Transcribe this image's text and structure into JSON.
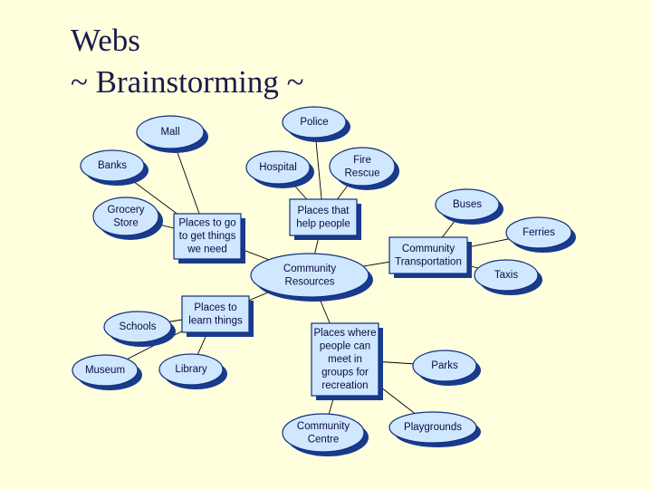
{
  "slide": {
    "title_line1": "Webs",
    "title_line2": "~ Brainstorming ~"
  },
  "colors": {
    "background": "#ffffdd",
    "node_fill": "#cfe7ff",
    "node_stroke": "#0e2f82",
    "shadow": "#1a3a8c",
    "line": "#000000",
    "text": "#0b0b40"
  },
  "nodes": [
    {
      "id": "community-resources",
      "shape": "ellipse",
      "lines": [
        "Community",
        "Resources"
      ]
    },
    {
      "id": "places-needs",
      "shape": "rect",
      "lines": [
        "Places to go",
        "to get things",
        "we need"
      ]
    },
    {
      "id": "mall",
      "shape": "ellipse",
      "lines": [
        "Mall"
      ]
    },
    {
      "id": "banks",
      "shape": "ellipse",
      "lines": [
        "Banks"
      ]
    },
    {
      "id": "grocery-store",
      "shape": "ellipse",
      "lines": [
        "Grocery",
        "Store"
      ]
    },
    {
      "id": "places-help",
      "shape": "rect",
      "lines": [
        "Places that",
        "help people"
      ]
    },
    {
      "id": "police",
      "shape": "ellipse",
      "lines": [
        "Police"
      ]
    },
    {
      "id": "hospital",
      "shape": "ellipse",
      "lines": [
        "Hospital"
      ]
    },
    {
      "id": "fire-rescue",
      "shape": "ellipse",
      "lines": [
        "Fire",
        "Rescue"
      ]
    },
    {
      "id": "community-transportation",
      "shape": "rect",
      "lines": [
        "Community",
        "Transportation"
      ]
    },
    {
      "id": "buses",
      "shape": "ellipse",
      "lines": [
        "Buses"
      ]
    },
    {
      "id": "ferries",
      "shape": "ellipse",
      "lines": [
        "Ferries"
      ]
    },
    {
      "id": "taxis",
      "shape": "ellipse",
      "lines": [
        "Taxis"
      ]
    },
    {
      "id": "places-learn",
      "shape": "rect",
      "lines": [
        "Places to",
        "learn things"
      ]
    },
    {
      "id": "schools",
      "shape": "ellipse",
      "lines": [
        "Schools"
      ]
    },
    {
      "id": "museum",
      "shape": "ellipse",
      "lines": [
        "Museum"
      ]
    },
    {
      "id": "library",
      "shape": "ellipse",
      "lines": [
        "Library"
      ]
    },
    {
      "id": "places-recreation",
      "shape": "rect",
      "lines": [
        "Places where",
        "people can",
        "meet in",
        "groups for",
        "recreation"
      ]
    },
    {
      "id": "community-centre",
      "shape": "ellipse",
      "lines": [
        "Community",
        "Centre"
      ]
    },
    {
      "id": "playgrounds",
      "shape": "ellipse",
      "lines": [
        "Playgrounds"
      ]
    },
    {
      "id": "parks",
      "shape": "ellipse",
      "lines": [
        "Parks"
      ]
    }
  ],
  "edges": [
    [
      "community-resources",
      "places-needs"
    ],
    [
      "community-resources",
      "places-help"
    ],
    [
      "community-resources",
      "community-transportation"
    ],
    [
      "community-resources",
      "places-learn"
    ],
    [
      "community-resources",
      "places-recreation"
    ],
    [
      "places-needs",
      "mall"
    ],
    [
      "places-needs",
      "banks"
    ],
    [
      "places-needs",
      "grocery-store"
    ],
    [
      "places-help",
      "police"
    ],
    [
      "places-help",
      "hospital"
    ],
    [
      "places-help",
      "fire-rescue"
    ],
    [
      "community-transportation",
      "buses"
    ],
    [
      "community-transportation",
      "ferries"
    ],
    [
      "community-transportation",
      "taxis"
    ],
    [
      "places-learn",
      "schools"
    ],
    [
      "places-learn",
      "museum"
    ],
    [
      "places-learn",
      "library"
    ],
    [
      "places-recreation",
      "community-centre"
    ],
    [
      "places-recreation",
      "playgrounds"
    ],
    [
      "places-recreation",
      "parks"
    ]
  ]
}
